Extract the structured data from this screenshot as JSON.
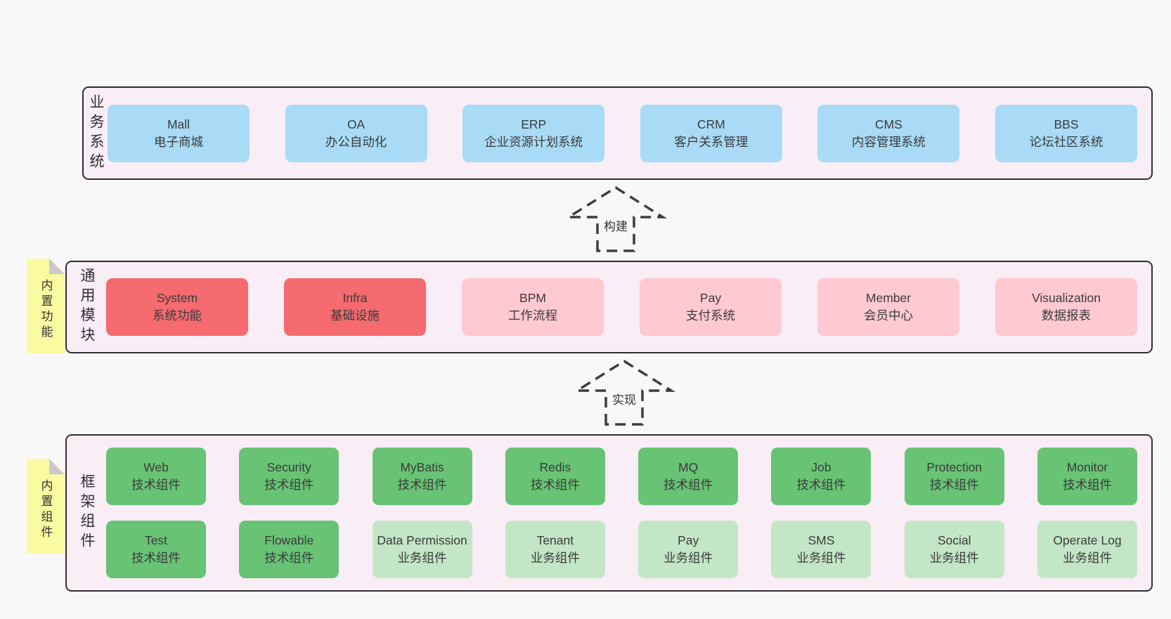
{
  "colors": {
    "page_bg": "#f8f8f8",
    "band_bg": "#f9edf6",
    "band_border": "#2f2f2f",
    "box_blue": "#a9dbf6",
    "box_red": "#f56b70",
    "box_pink": "#ffc9d2",
    "box_green_dark": "#68c375",
    "box_green_light": "#c3e6c6",
    "note_yellow": "#fafaa1",
    "note_fold": "#c9c9c9",
    "text": "#3b3b3b"
  },
  "bands": {
    "business": {
      "label": "业务系统",
      "boxes": [
        {
          "en": "Mall",
          "zh": "电子商城"
        },
        {
          "en": "OA",
          "zh": "办公自动化"
        },
        {
          "en": "ERP",
          "zh": "企业资源计划系统"
        },
        {
          "en": "CRM",
          "zh": "客户关系管理"
        },
        {
          "en": "CMS",
          "zh": "内容管理系统"
        },
        {
          "en": "BBS",
          "zh": "论坛社区系统"
        }
      ]
    },
    "modules": {
      "label": "通用模块",
      "note": "内置功能",
      "boxes": [
        {
          "en": "System",
          "zh": "系统功能",
          "variant": "red"
        },
        {
          "en": "Infra",
          "zh": "基础设施",
          "variant": "red"
        },
        {
          "en": "BPM",
          "zh": "工作流程",
          "variant": "pink"
        },
        {
          "en": "Pay",
          "zh": "支付系统",
          "variant": "pink"
        },
        {
          "en": "Member",
          "zh": "会员中心",
          "variant": "pink"
        },
        {
          "en": "Visualization",
          "zh": "数据报表",
          "variant": "pink"
        }
      ]
    },
    "framework": {
      "label": "框架组件",
      "note": "内置组件",
      "row1": [
        {
          "en": "Web",
          "zh": "技术组件",
          "variant": "dark"
        },
        {
          "en": "Security",
          "zh": "技术组件",
          "variant": "dark"
        },
        {
          "en": "MyBatis",
          "zh": "技术组件",
          "variant": "dark"
        },
        {
          "en": "Redis",
          "zh": "技术组件",
          "variant": "dark"
        },
        {
          "en": "MQ",
          "zh": "技术组件",
          "variant": "dark"
        },
        {
          "en": "Job",
          "zh": "技术组件",
          "variant": "dark"
        },
        {
          "en": "Protection",
          "zh": "技术组件",
          "variant": "dark"
        },
        {
          "en": "Monitor",
          "zh": "技术组件",
          "variant": "dark"
        }
      ],
      "row2": [
        {
          "en": "Test",
          "zh": "技术组件",
          "variant": "dark"
        },
        {
          "en": "Flowable",
          "zh": "技术组件",
          "variant": "dark"
        },
        {
          "en": "Data Permission",
          "zh": "业务组件",
          "variant": "light"
        },
        {
          "en": "Tenant",
          "zh": "业务组件",
          "variant": "light"
        },
        {
          "en": "Pay",
          "zh": "业务组件",
          "variant": "light"
        },
        {
          "en": "SMS",
          "zh": "业务组件",
          "variant": "light"
        },
        {
          "en": "Social",
          "zh": "业务组件",
          "variant": "light"
        },
        {
          "en": "Operate Log",
          "zh": "业务组件",
          "variant": "light"
        }
      ]
    }
  },
  "arrows": {
    "build": "构建",
    "implement": "实现"
  }
}
